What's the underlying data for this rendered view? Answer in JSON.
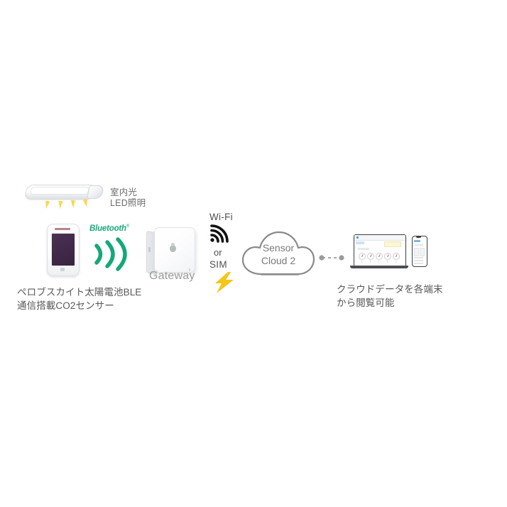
{
  "diagram": {
    "title": "IoT CO2 sensor system flow",
    "background_color": "#ffffff"
  },
  "light_source": {
    "icon": "led-ceiling-light-icon",
    "label": "室内光\nLED照明",
    "ray_color": "#fcd53b"
  },
  "sensor_node": {
    "icon": "co2-sensor-device-icon",
    "caption": "ペロブスカイト太陽電池BLE\n通信搭載CO2センサー",
    "panel_color": "#42294a"
  },
  "bluetooth": {
    "label": "Bluetooth",
    "registered_mark": "®",
    "icon": "bluetooth-signal-icon",
    "color": "#1aa87c"
  },
  "gateway": {
    "icon": "gateway-device-icon",
    "label": "Gateway",
    "label_color": "#9b9b9b"
  },
  "uplink": {
    "wifi_label": "Wi-Fi",
    "or_label": "or",
    "sim_label": "SIM",
    "wifi_icon": "wifi-signal-icon",
    "bolt_icon": "lightning-bolt-icon",
    "bolt_color": "#f5c518"
  },
  "cloud": {
    "icon": "cloud-icon",
    "label": "Sensor\nCloud 2",
    "outline_color": "#8a8a8a"
  },
  "connector": {
    "icon": "dashed-link-icon",
    "color": "#9a9a9a"
  },
  "clients": {
    "laptop_icon": "laptop-dashboard-icon",
    "phone_icon": "smartphone-icon",
    "caption": "クラウドデータを各端末\nから閲覧可能"
  }
}
